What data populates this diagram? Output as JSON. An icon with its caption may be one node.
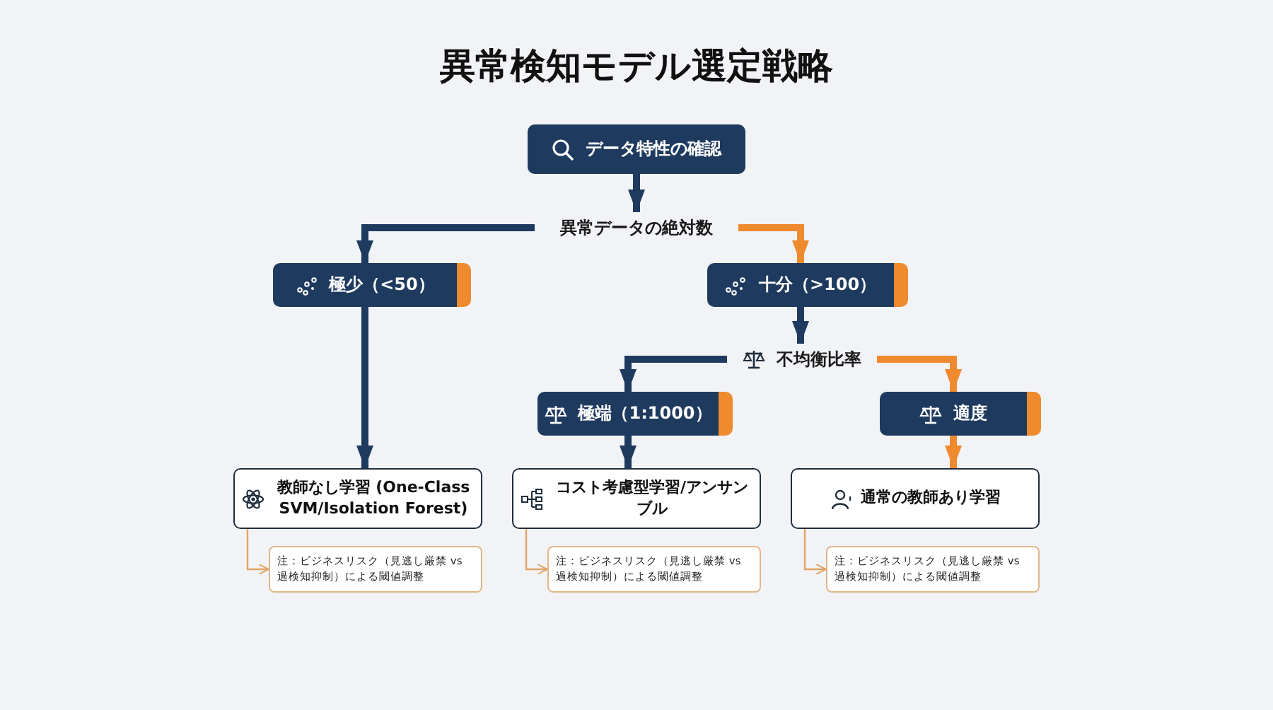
{
  "diagram": {
    "title": "異常検知モデル選定戦略",
    "nodes": [
      {
        "text": [
          "データ特性の確認"
        ]
      },
      {
        "text": [
          "異常データの絶対数"
        ]
      },
      {
        "text": [
          "極少（<50）"
        ]
      },
      {
        "text": [
          "十分（>100）"
        ]
      },
      {
        "text": [
          "不均衡比率"
        ]
      },
      {
        "text": [
          "極端（1:1000）"
        ]
      },
      {
        "text": [
          "適度"
        ]
      },
      {
        "text": [
          "教師なし学習 (One-Class SVM/Isolation Forest)"
        ]
      },
      {
        "text": [
          "コスト考慮型学習/アンサンブル"
        ]
      },
      {
        "text": [
          "通常の教師あり学習"
        ]
      },
      {
        "text": [
          "注：ビジネスリスク（見逃し厳禁 vs 過検知抑制）による閾値調整"
        ]
      },
      {
        "text": [
          "注：ビジネスリスク（見逃し厳禁 vs 過検知抑制）による閾値調整"
        ]
      },
      {
        "text": [
          "注：ビジネスリスク（見逃し厳禁 vs 過検知抑制）による閾値調整"
        ]
      }
    ],
    "edges": [
      {
        "from": 0,
        "to": 1,
        "arrow": "to"
      },
      {
        "from": 1,
        "to": 2,
        "arrow": "to"
      },
      {
        "from": 1,
        "to": 3,
        "arrow": "to",
        "color": "#ef8a2f"
      },
      {
        "from": 2,
        "to": 7,
        "arrow": "to"
      },
      {
        "from": 3,
        "to": 4,
        "arrow": "to"
      },
      {
        "from": 4,
        "to": 5,
        "arrow": "to"
      },
      {
        "from": 4,
        "to": 6,
        "arrow": "to",
        "color": "#ef8a2f"
      },
      {
        "from": 5,
        "to": 8,
        "arrow": "to"
      },
      {
        "from": 6,
        "to": 9,
        "arrow": "to",
        "color": "#ef8a2f"
      },
      {
        "from": 7,
        "to": 10,
        "arrow": "to",
        "color": "#e0a466"
      },
      {
        "from": 8,
        "to": 11,
        "arrow": "to",
        "color": "#e0a466"
      },
      {
        "from": 9,
        "to": 12,
        "arrow": "to",
        "color": "#e0a466"
      }
    ]
  }
}
